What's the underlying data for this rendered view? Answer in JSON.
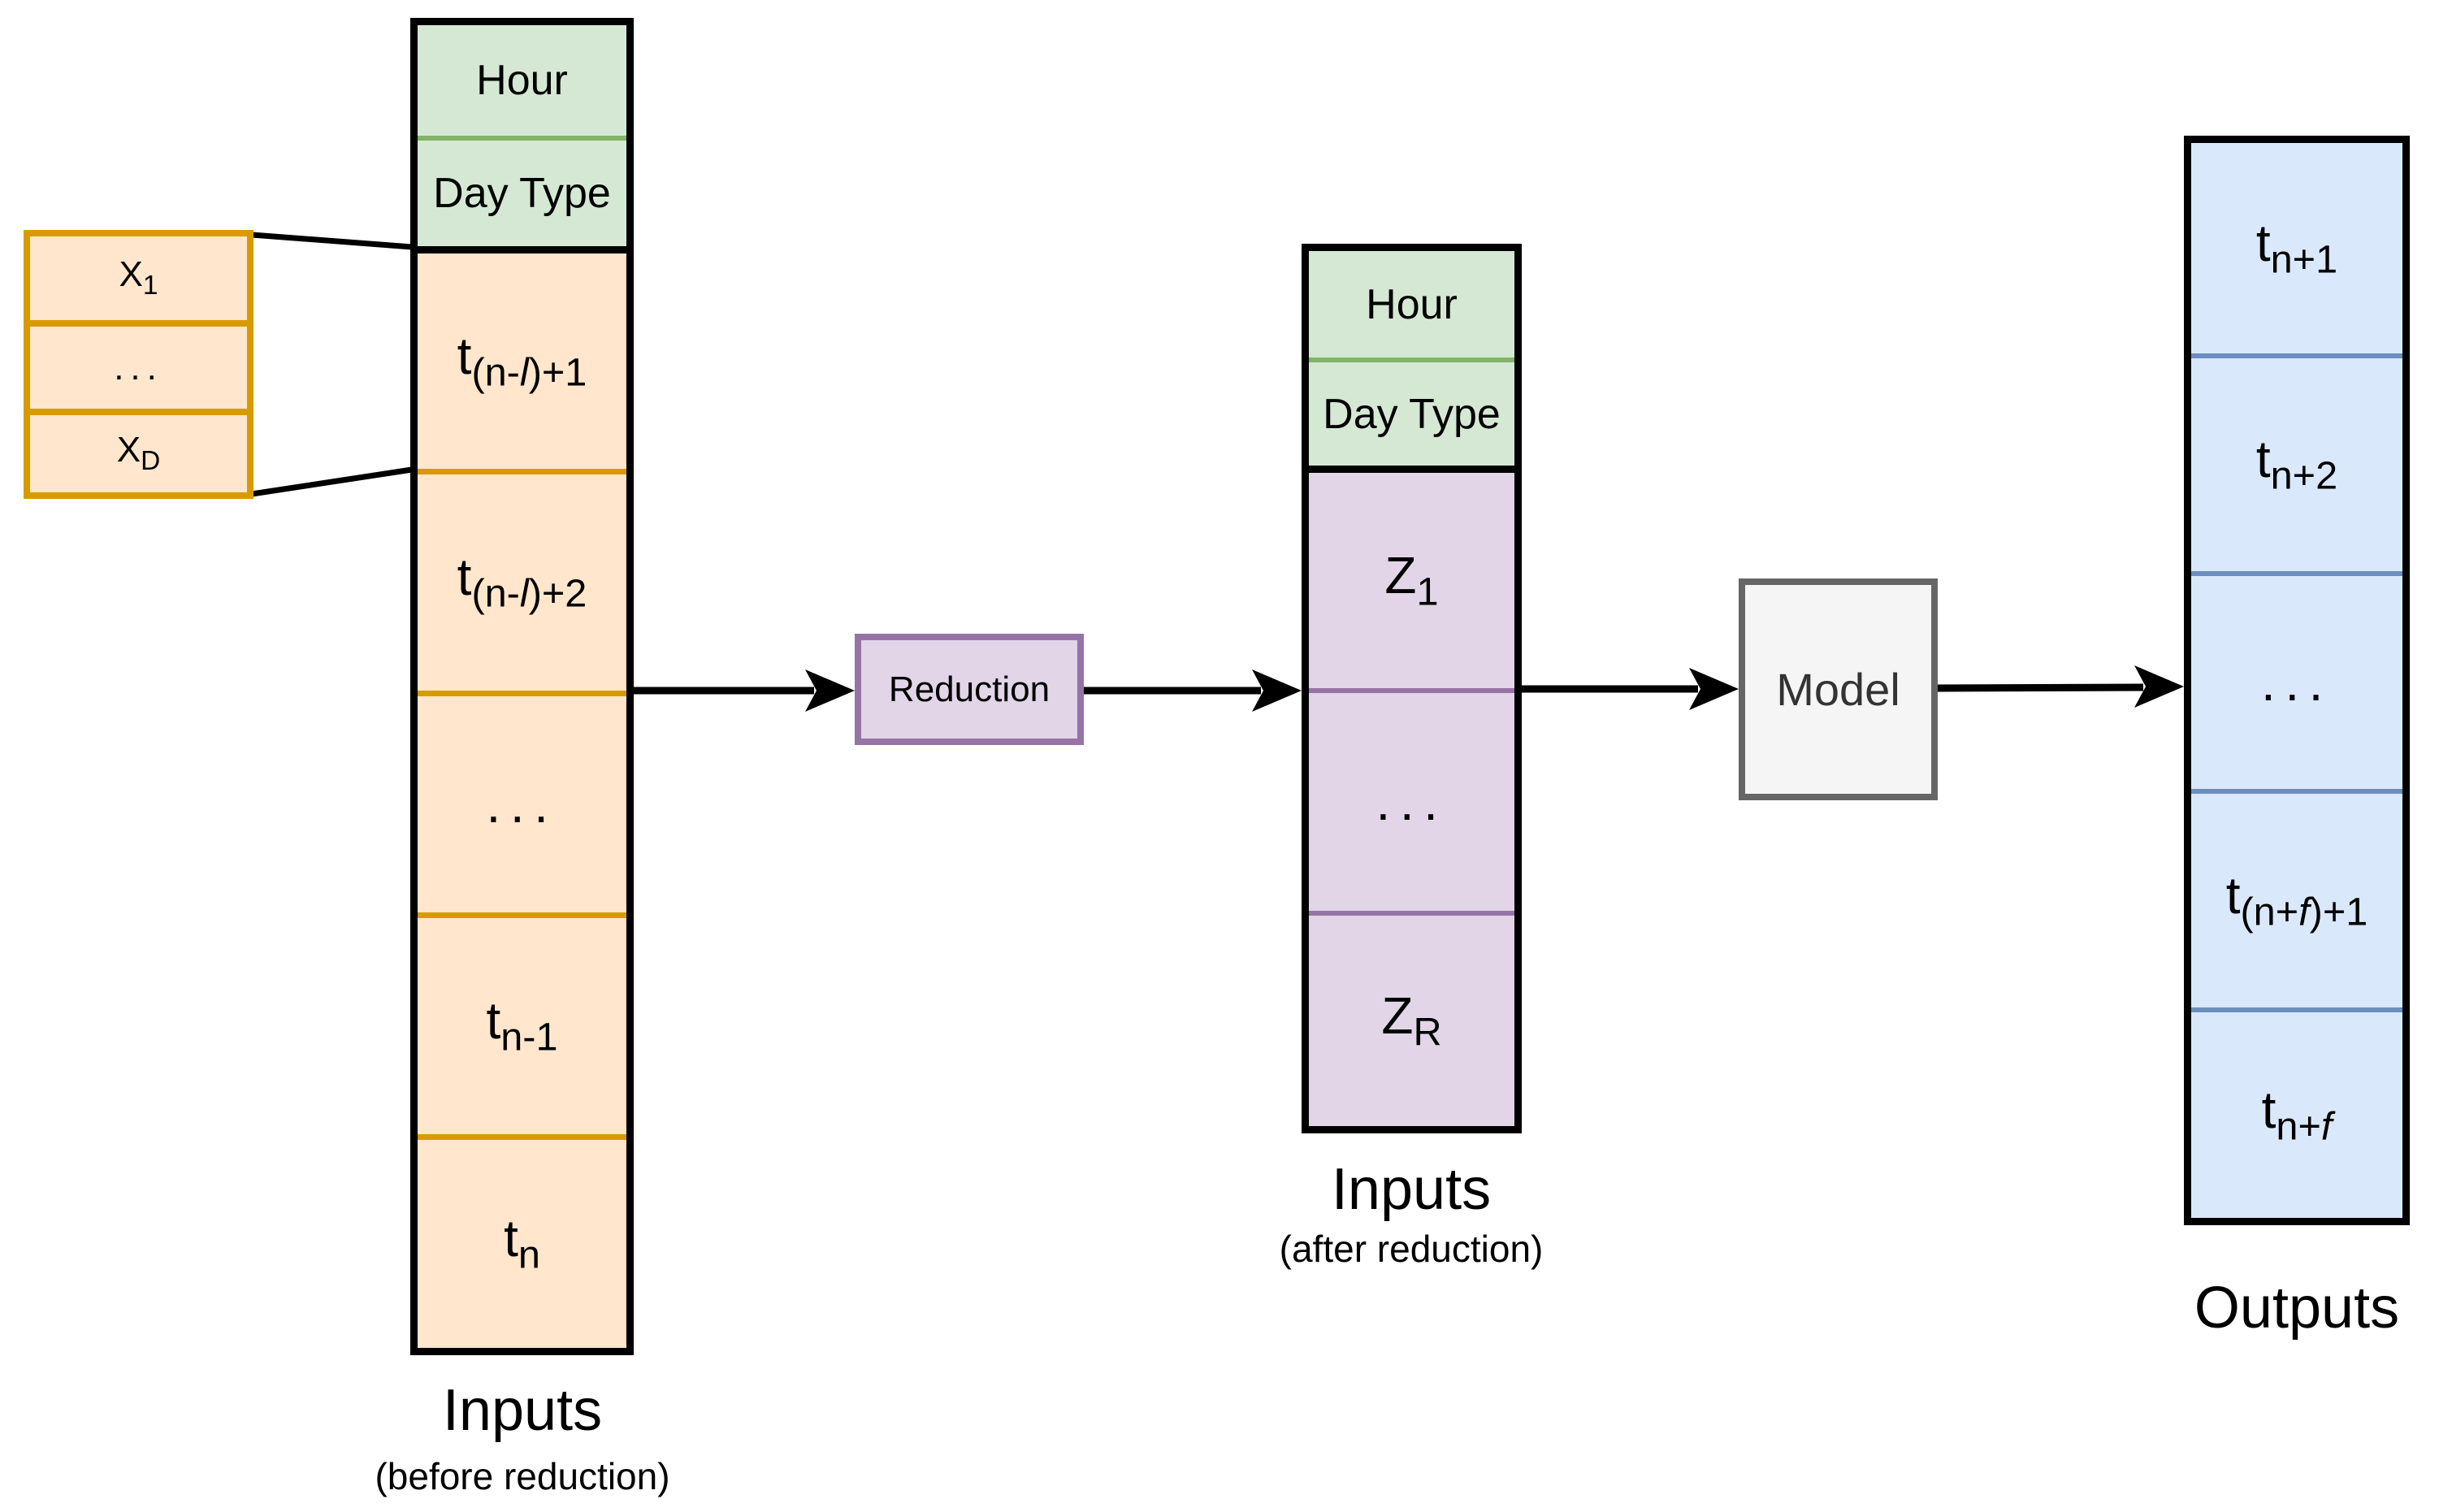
{
  "diagram": {
    "colors": {
      "orange_fill": "#ffe6cc",
      "orange_border": "#d79b00",
      "green_fill": "#d5e8d4",
      "green_border": "#82b366",
      "purple_fill": "#e1d5e7",
      "purple_border": "#9673a6",
      "blue_fill": "#dae8fc",
      "blue_border": "#6c8ebf",
      "gray_fill": "#f5f5f5",
      "gray_border": "#666666",
      "line_color": "#000000"
    },
    "feature_box": {
      "cells": [
        {
          "parts": [
            {
              "t": "X"
            },
            {
              "t": "1",
              "sub": 1
            }
          ]
        },
        {
          "parts": [
            {
              "t": "..."
            }
          ]
        },
        {
          "parts": [
            {
              "t": "X"
            },
            {
              "t": "D",
              "sub": 1
            }
          ]
        }
      ]
    },
    "columns": {
      "before": {
        "cells": [
          {
            "parts": [
              {
                "t": "Hour"
              }
            ]
          },
          {
            "parts": [
              {
                "t": "Day Type"
              }
            ]
          },
          {
            "parts": [
              {
                "t": "t"
              },
              {
                "t": "(n-",
                "sub": 1
              },
              {
                "t": "l",
                "sub": 1,
                "i": 1
              },
              {
                "t": ")+1",
                "sub": 1
              }
            ]
          },
          {
            "parts": [
              {
                "t": "t"
              },
              {
                "t": "(n-",
                "sub": 1
              },
              {
                "t": "l",
                "sub": 1,
                "i": 1
              },
              {
                "t": ")+2",
                "sub": 1
              }
            ]
          },
          {
            "parts": [
              {
                "t": "..."
              }
            ]
          },
          {
            "parts": [
              {
                "t": "t"
              },
              {
                "t": "n-1",
                "sub": 1
              }
            ]
          },
          {
            "parts": [
              {
                "t": "t"
              },
              {
                "t": "n",
                "sub": 1
              }
            ]
          }
        ],
        "label": "Inputs",
        "sublabel": "(before reduction)"
      },
      "after": {
        "cells": [
          {
            "parts": [
              {
                "t": "Hour"
              }
            ]
          },
          {
            "parts": [
              {
                "t": "Day Type"
              }
            ]
          },
          {
            "parts": [
              {
                "t": "Z"
              },
              {
                "t": "1",
                "sub": 1
              }
            ]
          },
          {
            "parts": [
              {
                "t": "..."
              }
            ]
          },
          {
            "parts": [
              {
                "t": "Z"
              },
              {
                "t": "R",
                "sub": 1
              }
            ]
          }
        ],
        "label": "Inputs",
        "sublabel": "(after reduction)"
      },
      "outputs": {
        "cells": [
          {
            "parts": [
              {
                "t": "t"
              },
              {
                "t": "n+1",
                "sub": 1
              }
            ]
          },
          {
            "parts": [
              {
                "t": "t"
              },
              {
                "t": "n+2",
                "sub": 1
              }
            ]
          },
          {
            "parts": [
              {
                "t": "..."
              }
            ]
          },
          {
            "parts": [
              {
                "t": "t"
              },
              {
                "t": "(n+",
                "sub": 1
              },
              {
                "t": "f",
                "sub": 1,
                "i": 1
              },
              {
                "t": ")+1",
                "sub": 1
              }
            ]
          },
          {
            "parts": [
              {
                "t": "t"
              },
              {
                "t": "n+",
                "sub": 1
              },
              {
                "t": "f",
                "sub": 1,
                "i": 1
              }
            ]
          }
        ],
        "label": "Outputs"
      }
    },
    "boxes": {
      "reduction": {
        "label": "Reduction"
      },
      "model": {
        "label": "Model"
      }
    }
  }
}
